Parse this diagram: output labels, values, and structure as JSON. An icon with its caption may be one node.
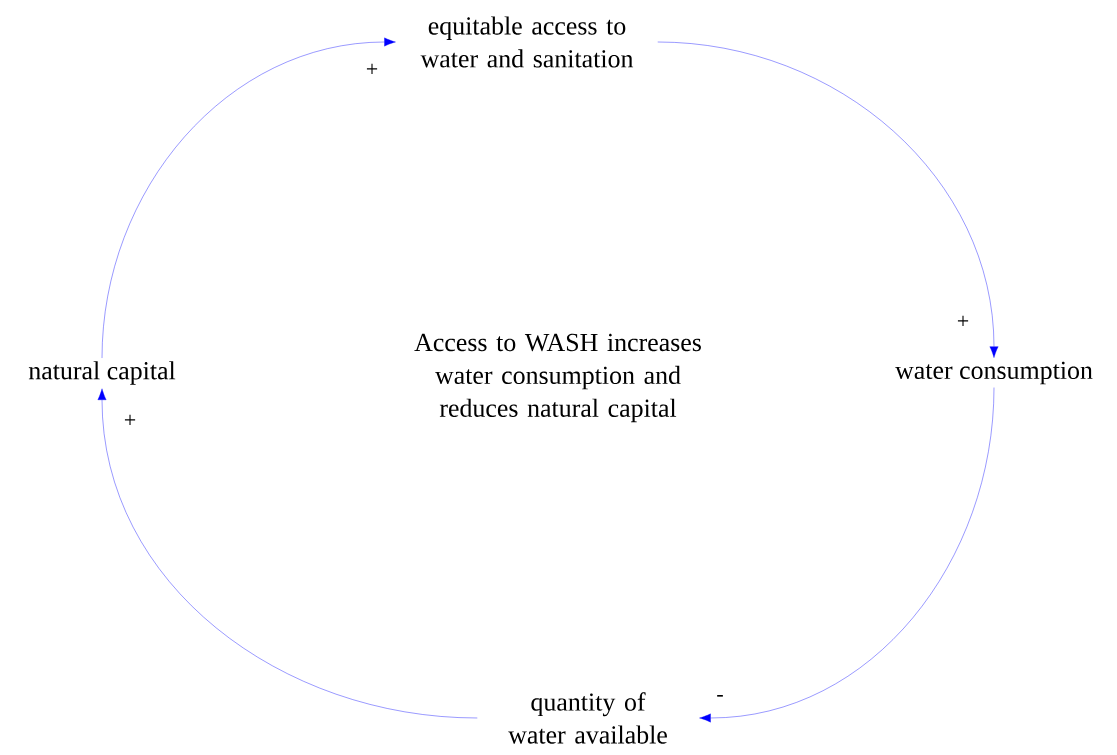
{
  "diagram": {
    "nodes": [
      {
        "text": [
          "equitable access to water and sanitation"
        ]
      },
      {
        "text": [
          "water consumption"
        ]
      },
      {
        "text": [
          "quantity of water available"
        ]
      },
      {
        "text": [
          "natural capital"
        ]
      }
    ],
    "edges": [
      {
        "from": 0,
        "to": 1,
        "arrow": "to",
        "label": "+"
      },
      {
        "from": 1,
        "to": 2,
        "arrow": "to",
        "label": "-"
      },
      {
        "from": 2,
        "to": 3,
        "arrow": "to",
        "label": "+"
      },
      {
        "from": 3,
        "to": 0,
        "arrow": "to",
        "label": "+"
      }
    ],
    "labels": [
      "Access to WASH increases water consumption and reduces natural capital"
    ]
  }
}
